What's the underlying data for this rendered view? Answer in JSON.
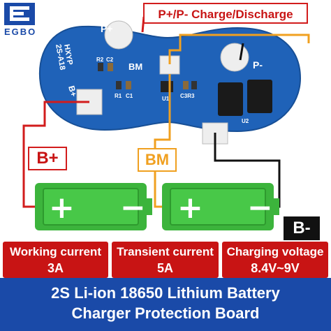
{
  "brand": {
    "logo_text": "EGBO"
  },
  "header": {
    "charge_label": "P+/P- Charge/Discharge"
  },
  "board": {
    "pad_p_plus": "P+",
    "pad_p_minus": "P-",
    "pad_bm": "BM",
    "pad_b_plus": "B+",
    "pad_b_minus": "B-",
    "silk_model": "HXYP",
    "silk_variant": "2S-A18",
    "silk_r2": "R2",
    "silk_c2": "C2",
    "silk_r1": "R1",
    "silk_c1": "C1",
    "silk_u1": "U1",
    "silk_c3r3": "C3R3",
    "silk_u2": "U2"
  },
  "tags": {
    "b_plus": "B+",
    "bm": "BM",
    "b_minus": "B-"
  },
  "cells": [
    {
      "plus": "+",
      "minus": "−"
    },
    {
      "plus": "+",
      "minus": "−"
    }
  ],
  "specs": [
    {
      "label": "Working current",
      "value": "3A"
    },
    {
      "label": "Transient current",
      "value": "5A"
    },
    {
      "label": "Charging voltage",
      "value": "8.4V~9V"
    }
  ],
  "footer": {
    "line1": "2S Li-ion 18650 Lithium Battery",
    "line2": "Charger Protection Board"
  },
  "colors": {
    "board": "#1f62b8",
    "wire_red": "#d21c1c",
    "wire_orange": "#f0a020",
    "wire_black": "#111111",
    "battery": "#3cb43c",
    "banner": "#c81414",
    "footer": "#1a4aa8"
  }
}
